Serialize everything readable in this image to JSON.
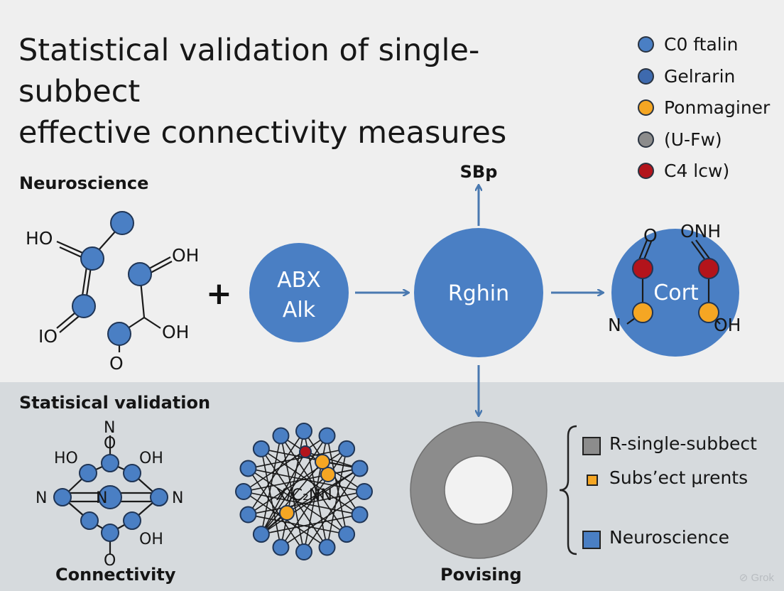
{
  "title": {
    "line1": "Statistical validation of single-subbect",
    "line2": "effective connectivity measures"
  },
  "legend": [
    {
      "label": "C0 ftalin",
      "color": "#4a7fc4"
    },
    {
      "label": "Gelrarin",
      "color": "#3e6aae"
    },
    {
      "label": "Ponmaginer",
      "color": "#f5a623"
    },
    {
      "label": "(U-Fw)",
      "color": "#8c8c8c"
    },
    {
      "label": "C4 lcw)",
      "color": "#b3141b"
    }
  ],
  "sections": {
    "neuroscience": "Neuroscience",
    "statistical_validation": "Statisical validation",
    "connectivity": "Connectivity",
    "povising": "Povising"
  },
  "molecule_left_top": {
    "labels": [
      "HO",
      "OH",
      "IO",
      "OH",
      "O"
    ]
  },
  "plus_sign": "+",
  "nodes": {
    "abx": {
      "line1": "ABX",
      "line2": "Alk"
    },
    "rghin": "Rghin",
    "cort": "Cort",
    "sbp": "SBp"
  },
  "cort_labels": [
    "O",
    "ONH",
    "N",
    "OH"
  ],
  "molecule_left_bottom": {
    "labels": [
      "N",
      "O",
      "HO",
      "OH",
      "N",
      "N",
      "OH",
      "O"
    ],
    "center": "N"
  },
  "network_label": "X/C₂NN",
  "key": [
    {
      "label": "R-single-subbect",
      "color": "#8c8c8c"
    },
    {
      "label": "Subsʼect μrents",
      "color": "#f5a623"
    },
    {
      "label": "Neuroscience",
      "color": "#4a7fc4"
    }
  ],
  "watermark": "Grok",
  "colors": {
    "accent_blue": "#4a7fc4",
    "arrow_blue": "#4a79b0",
    "orange": "#f5a623",
    "red": "#b3141b",
    "grey": "#8c8c8c"
  }
}
